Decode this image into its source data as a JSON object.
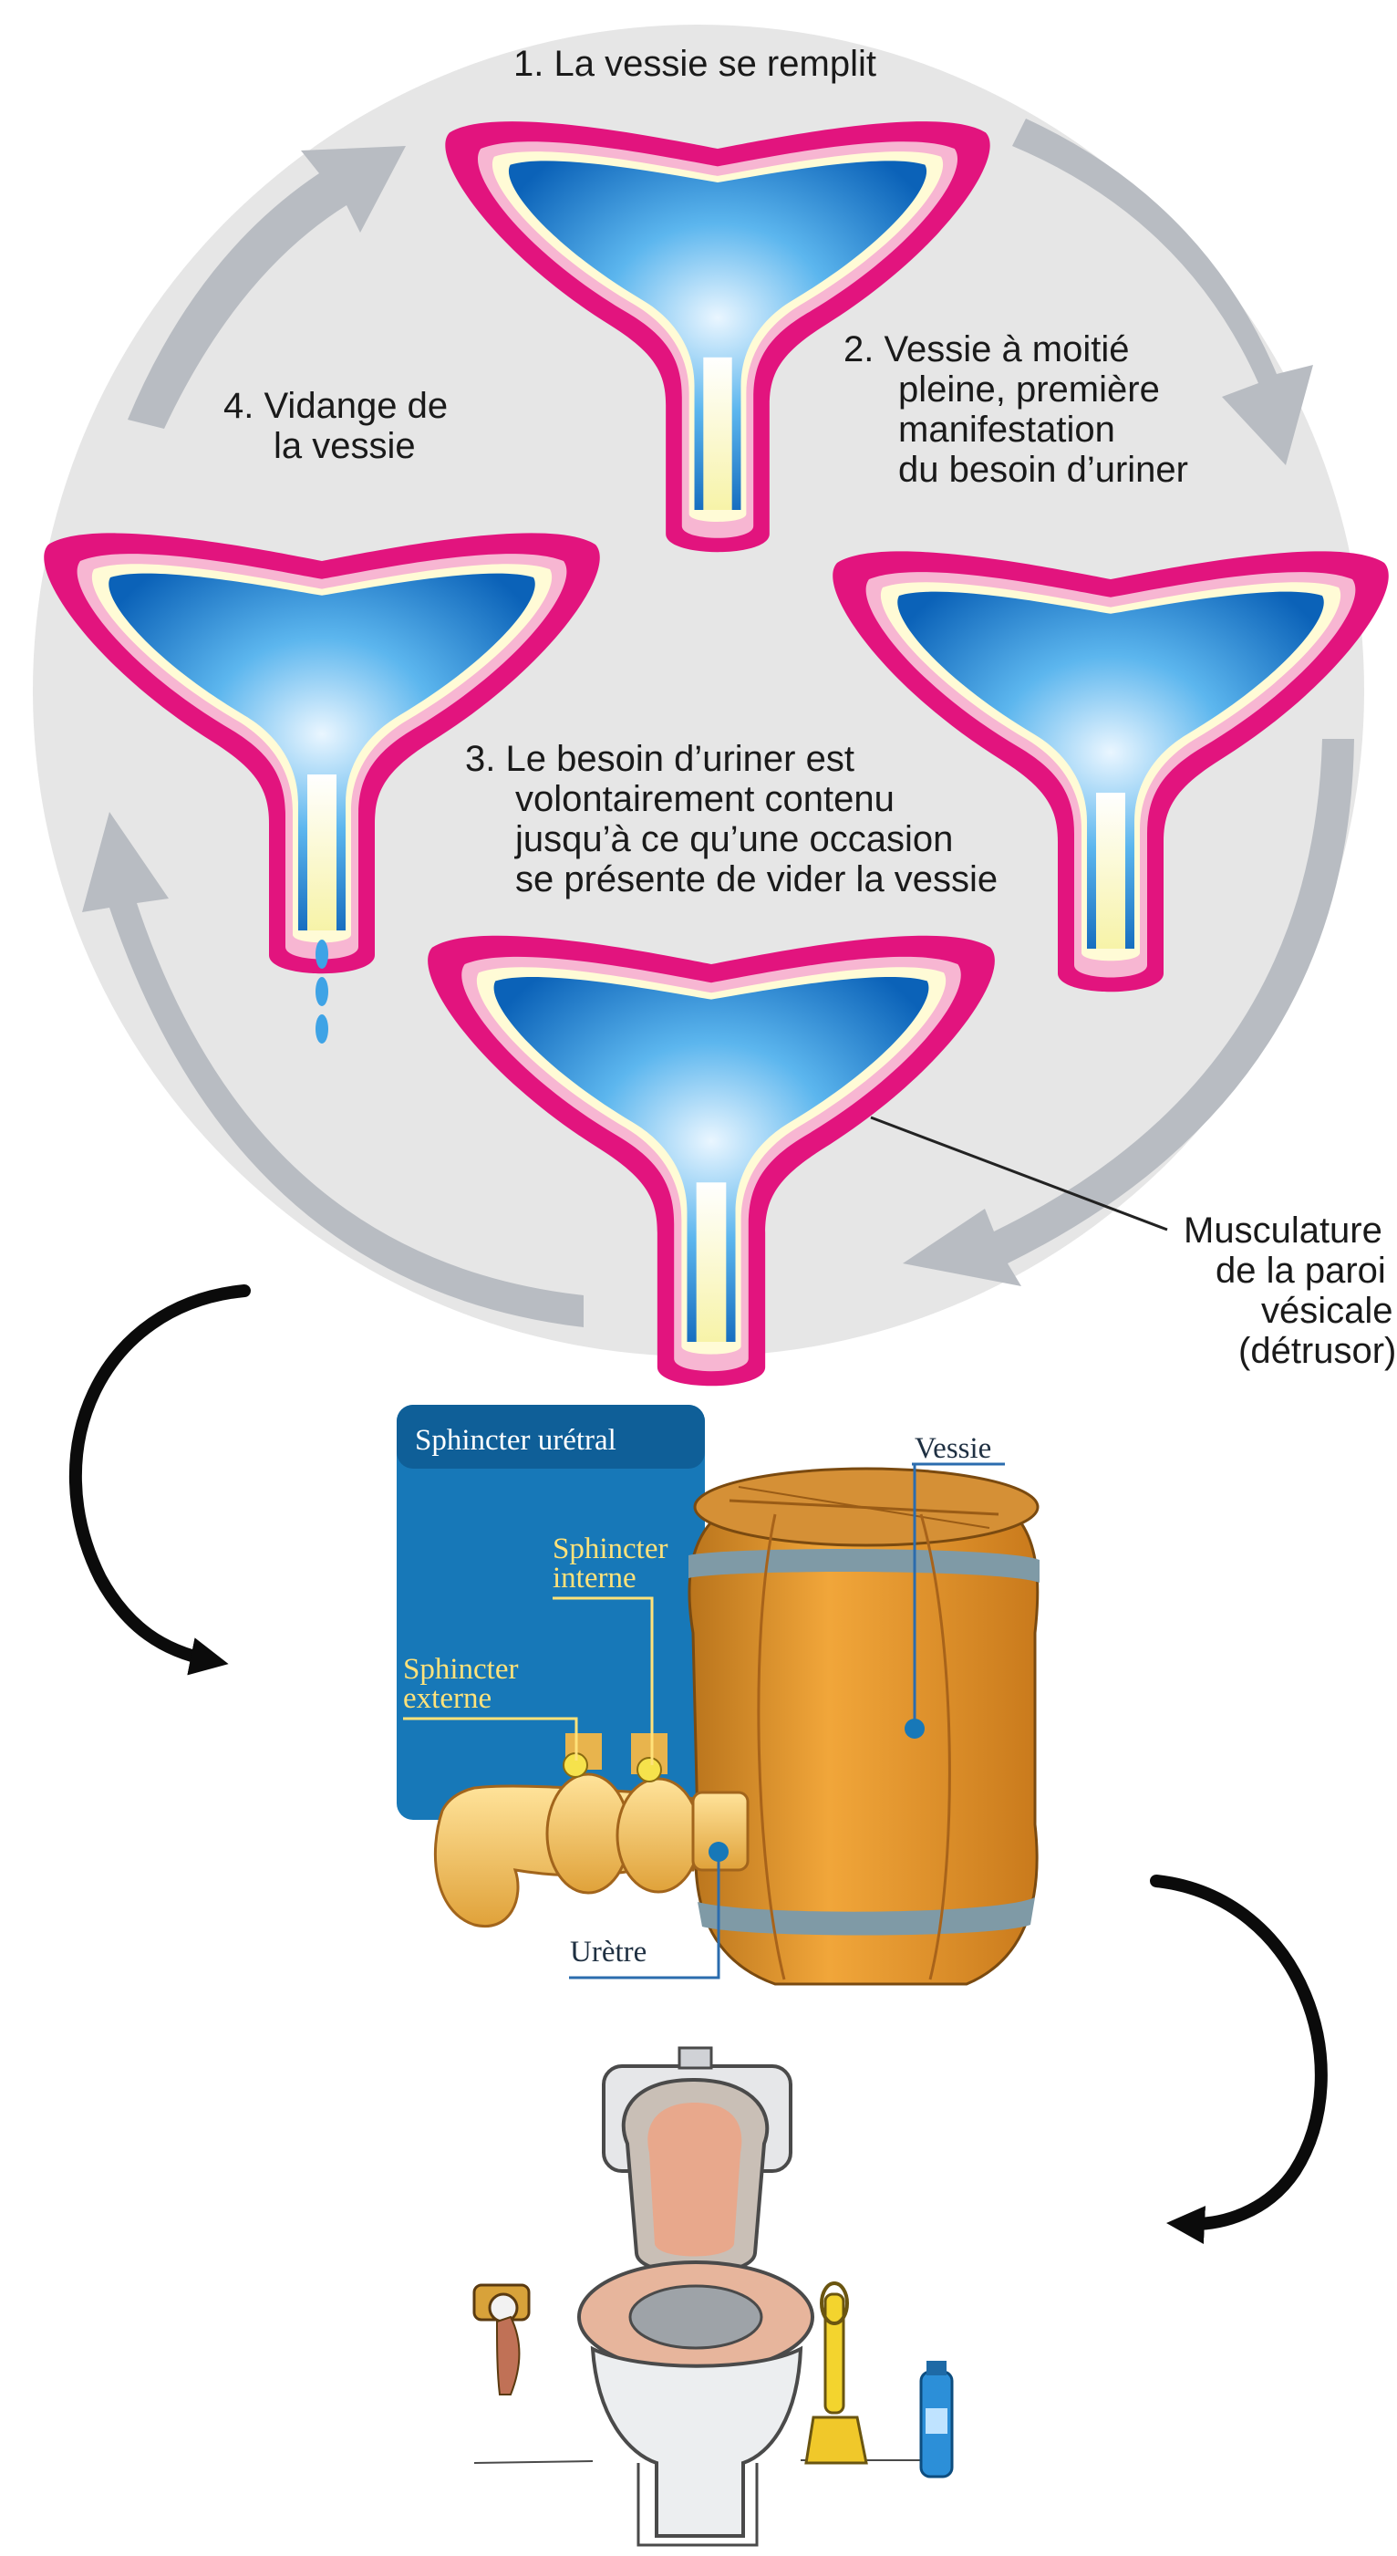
{
  "cycle": {
    "step1": "1. La vessie se remplit",
    "step2": [
      "2. Vessie à moitié",
      "pleine, première",
      "manifestation",
      "du besoin d’uriner"
    ],
    "step3": [
      "3. Le besoin d’uriner est",
      "volontairement contenu",
      "jusqu’à ce qu’une occasion",
      "se présente de vider la vessie"
    ],
    "step4": [
      "4. Vidange de",
      "la vessie"
    ],
    "muscle": [
      "Musculature",
      "de la paroi",
      "vésicale",
      "(détrusor)"
    ]
  },
  "barrel": {
    "title": "Sphincter urétral",
    "internal": [
      "Sphincter",
      "interne"
    ],
    "external": [
      "Sphincter",
      "externe"
    ],
    "bladder": "Vessie",
    "urethra": "Urètre"
  },
  "colors": {
    "circle_bg": "#e6e6e6",
    "arrow": "#b8bcc2",
    "bladder_wall": "#e2147e",
    "bladder_fill": "#1f8fd6",
    "panel": "#1778b8",
    "label_blue": "#2b6cae"
  }
}
